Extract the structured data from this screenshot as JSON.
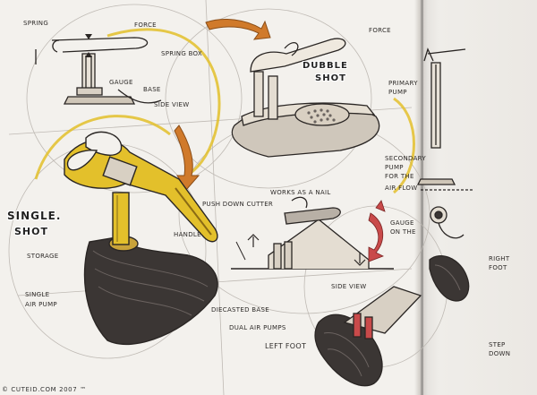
{
  "labels": {
    "spring": "SPRING",
    "force_top": "FORCE",
    "spring_box": "SPRING BOX",
    "gauge": "GAUGE",
    "base": "BASE",
    "side_view_top": "SIDE VIEW",
    "dubble": "DUBBLE",
    "shot_right": "SHOT",
    "force_right": "FORCE",
    "primary_pump": "PRIMARY PUMP",
    "secondary_pump": "SECONDARY PUMP FOR THE",
    "air_flow": "AIR FLOW",
    "single": "SINGLE.",
    "shot_left": "SHOT",
    "works_as_nail": "WORKS AS A NAIL",
    "push_down_cutter": "PUSH DOWN CUTTER",
    "handle": "HANDLE",
    "gauge_on_the": "GAUGE ON THE",
    "storage": "STORAGE",
    "single_air_pump": "SINGLE AIR PUMP",
    "diecasted_base": "DIECASTED BASE",
    "dual_air_pumps": "DUAL AIR PUMPS",
    "side_view_bottom": "SIDE VIEW",
    "left_foot": "LEFT FOOT",
    "right_foot": "RIGHT FOOT",
    "step_down": "STEP DOWN"
  },
  "footer": "© CUTEID.COM 2007 ™",
  "colors": {
    "ink": "#2a2624",
    "marker_yellow": "#e3c02b",
    "marker_orange": "#c8772a",
    "grip_dark": "#3b3634",
    "accent_red": "#c94a4a"
  }
}
